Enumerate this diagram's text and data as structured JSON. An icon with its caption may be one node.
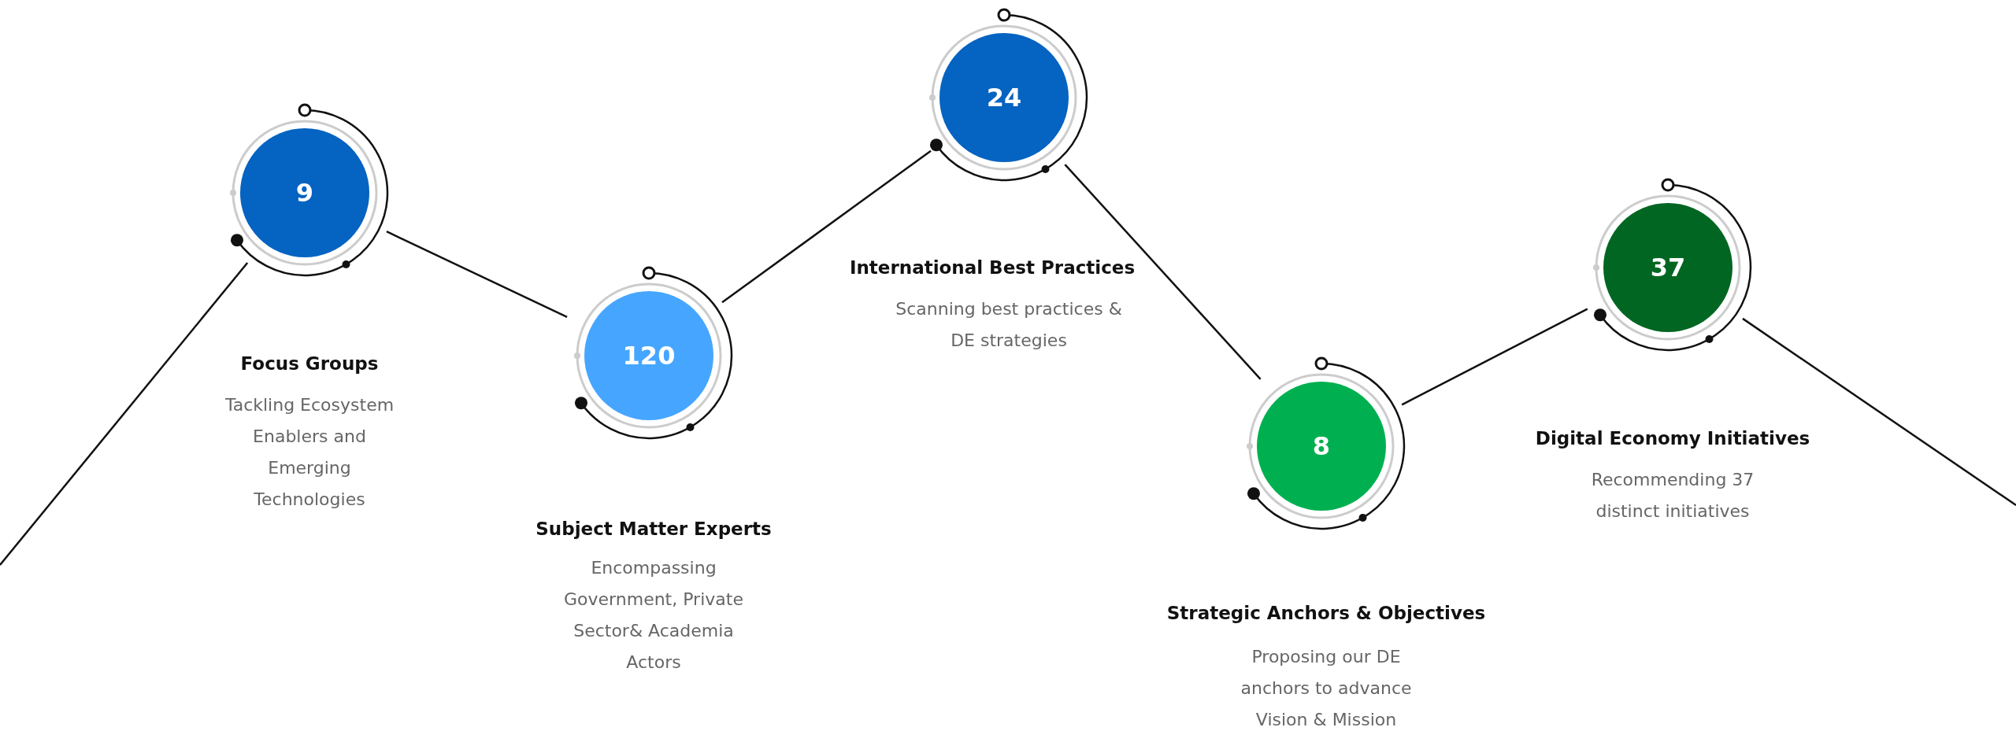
{
  "diagram": {
    "nodes": [
      {
        "text": [
          "9"
        ],
        "beside": [
          "Focus Groups",
          "Tackling Ecosystem Enablers and Emerging Technologies"
        ]
      },
      {
        "text": [
          "120"
        ],
        "beside": [
          "Subject Matter Experts",
          "Encompassing Government, Private Sector& Academia Actors"
        ]
      },
      {
        "text": [
          "24"
        ],
        "beside": [
          "International Best Practices",
          "Scanning best practices & DE strategies"
        ]
      },
      {
        "text": [
          "8"
        ],
        "beside": [
          "Strategic Anchors & Objectives",
          "Proposing our DE anchors to advance Vision & Mission"
        ]
      },
      {
        "text": [
          "37"
        ],
        "beside": [
          "Digital Economy Initiatives",
          "Recommending 37 distinct initiatives"
        ]
      }
    ],
    "edges": [
      {
        "from": null,
        "to": 0,
        "arrow": "none"
      },
      {
        "from": 0,
        "to": 1,
        "arrow": "none"
      },
      {
        "from": 1,
        "to": 2,
        "arrow": "none"
      },
      {
        "from": 2,
        "to": 3,
        "arrow": "none"
      },
      {
        "from": 3,
        "to": 4,
        "arrow": "none"
      },
      {
        "from": 4,
        "to": null,
        "arrow": "none"
      }
    ]
  }
}
